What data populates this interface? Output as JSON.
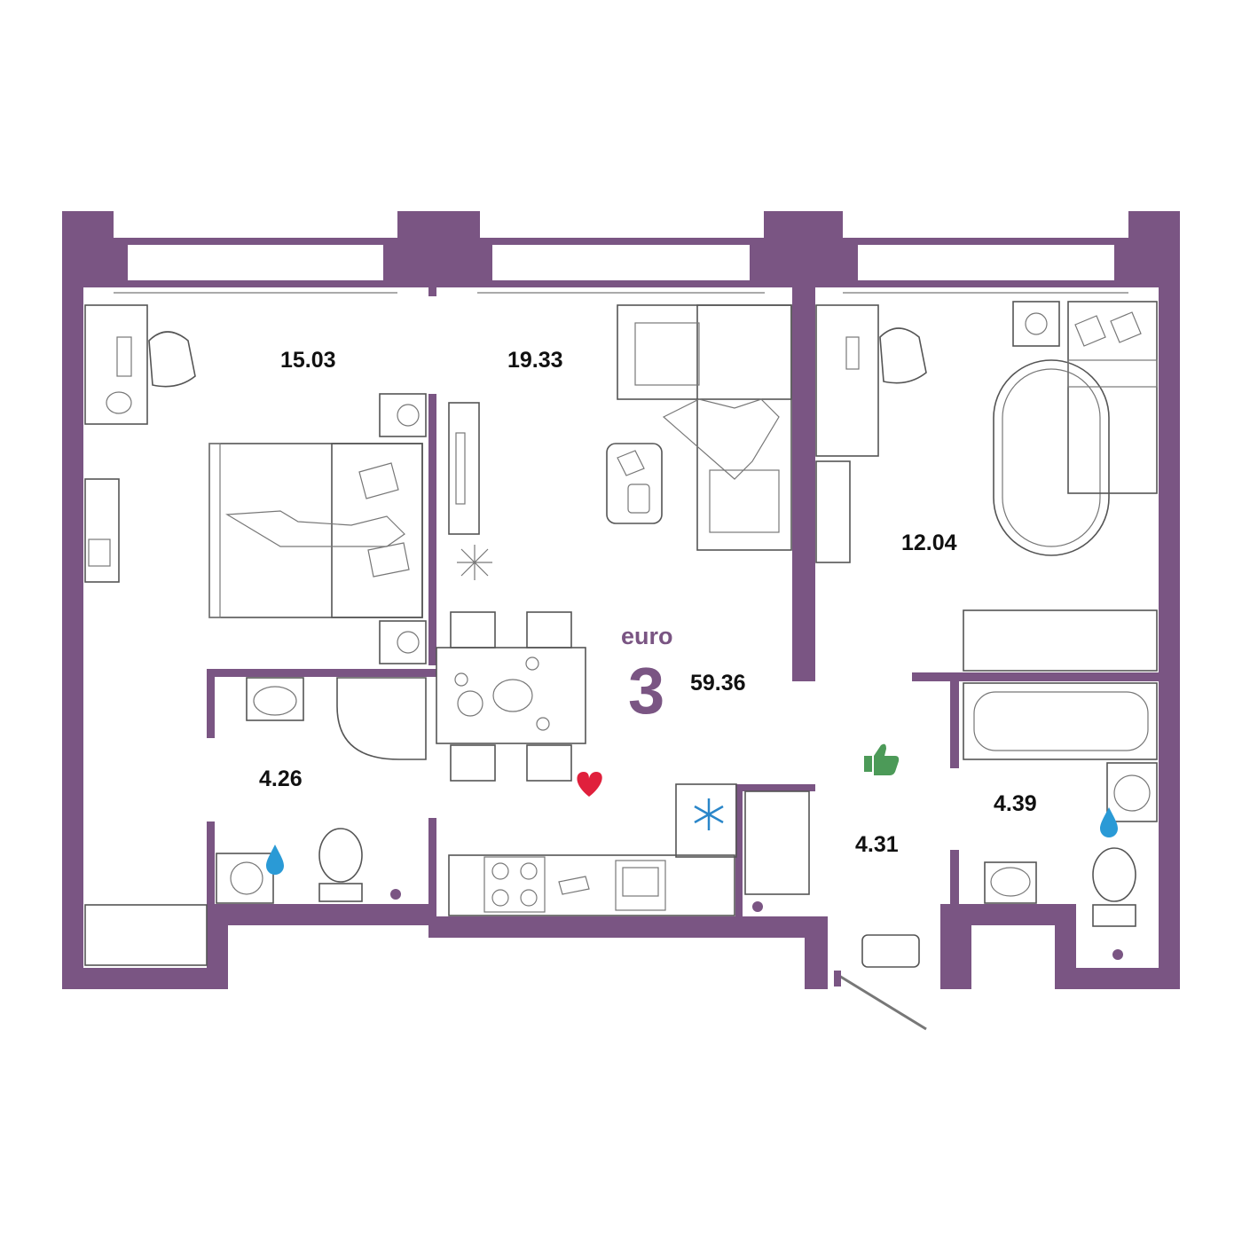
{
  "plan": {
    "type_label": "euro",
    "rooms_count": "3",
    "colors": {
      "wall": "#7a5583",
      "heart": "#e0203c",
      "snowflake": "#2a86c9",
      "water_drop": "#2a9ad6",
      "thumbs_up": "#4c9a58",
      "furniture": "#555555"
    },
    "areas": {
      "bedroom_left": "15.03",
      "living_room": "19.33",
      "bedroom_right": "12.04",
      "total": "59.36",
      "bathroom_left": "4.26",
      "hallway": "4.31",
      "bathroom_right": "4.39"
    },
    "icons": [
      "heart-icon",
      "snowflake-icon",
      "water-drop-icon",
      "thumbs-up-icon"
    ]
  }
}
